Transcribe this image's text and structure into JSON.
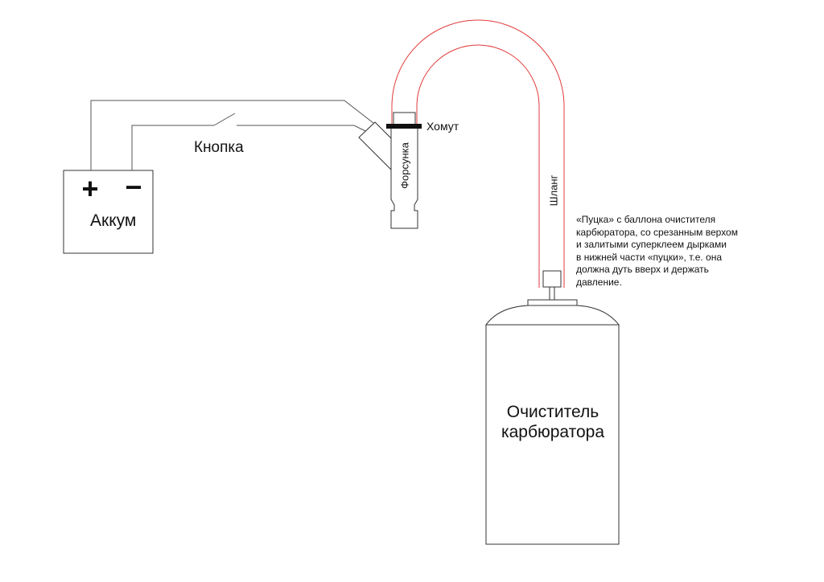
{
  "battery": {
    "label": "Аккум",
    "plus": "+",
    "minus": "−"
  },
  "button": {
    "label": "Кнопка"
  },
  "injector": {
    "label": "Форсунка"
  },
  "clamp": {
    "label": "Хомут"
  },
  "hose": {
    "label": "Шланг"
  },
  "note": {
    "lines": [
      "«Пуцка» с баллона очистителя",
      "карбюратора, со срезанным верхом",
      "и залитыми суперклеем дырками",
      "в нижней части «пуцки», т.е. она",
      "должна дуть вверх и держать",
      "давление."
    ]
  },
  "can": {
    "lines": [
      "Очиститель",
      "карбюратора"
    ]
  },
  "colors": {
    "wire": "#555555",
    "hose": "#e23b3b",
    "outline": "#333333",
    "clamp": "#111111"
  }
}
